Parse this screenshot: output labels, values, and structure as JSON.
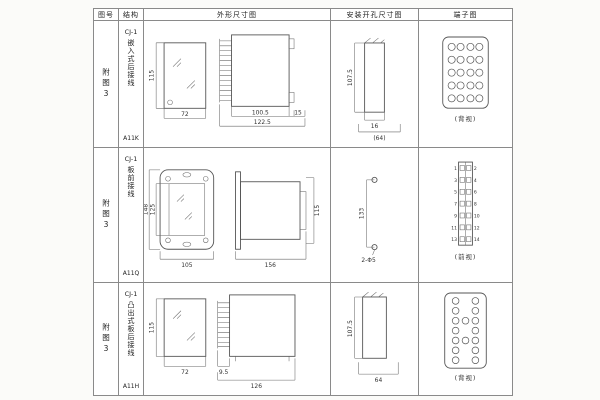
{
  "header": {
    "fig": "图号",
    "structure": "结构",
    "outline": "外形尺寸图",
    "install": "安装开孔尺寸图",
    "terminal": "端子图"
  },
  "rows": [
    {
      "fig": "附图3",
      "structure": {
        "prefix": "CJ-1",
        "name": "嵌入式后接线",
        "model": "A11K"
      },
      "dims": {
        "height": "115",
        "width": "72",
        "depth": "100.5",
        "flange": "15",
        "total": "122.5"
      },
      "install": {
        "height": "107.5",
        "width": "16",
        "span": "(64)"
      },
      "terminal": {
        "label": "(背视)"
      }
    },
    {
      "fig": "附图3",
      "structure": {
        "prefix": "CJ-1",
        "name": "板前接线",
        "model": "A11Q"
      },
      "dims": {
        "height": "148",
        "inner": "125",
        "width": "105",
        "depth": "156",
        "side": "115"
      },
      "install": {
        "height": "133",
        "holes": "2-Φ5"
      },
      "terminal": {
        "label": "(前视)",
        "left": [
          "1",
          "3",
          "5",
          "7",
          "9",
          "11",
          "13"
        ],
        "right": [
          "2",
          "4",
          "6",
          "8",
          "10",
          "12",
          "14"
        ]
      }
    },
    {
      "fig": "附图3",
      "structure": {
        "prefix": "CJ-1",
        "name": "凸出式板后接线",
        "model": "A11H"
      },
      "dims": {
        "height": "115",
        "width": "72",
        "pin": "9.5",
        "depth": "126"
      },
      "install": {
        "height": "107.5",
        "width": "64"
      },
      "terminal": {
        "label": "(背视)"
      }
    }
  ]
}
